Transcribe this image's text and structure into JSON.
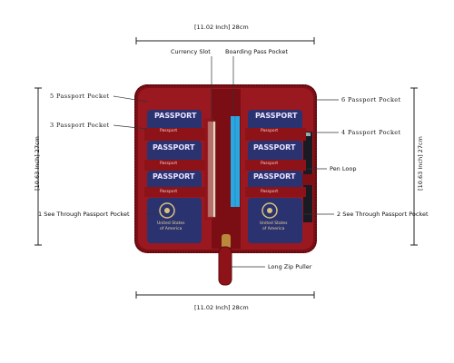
{
  "dimensions": {
    "top_width": "[11.02 Inch] 28cm",
    "bottom_width": "[11.02 Inch] 28cm",
    "left_height": "[10.63 Inch] 27cm",
    "right_height": "[10.63 Inch] 27cm"
  },
  "labels": {
    "currency_slot": "Currency Slot",
    "boarding_pass_pocket": "Boarding Pass Pocket",
    "pocket_5": "5 Passport Pocket",
    "pocket_3": "3 Passport Pocket",
    "pocket_1": "1 See Through Passport Pocket",
    "pocket_6": "6 Passport Pocket",
    "pocket_4": "4 Passport Pocket",
    "pen_loop": "Pen Loop",
    "pocket_2": "2 See Through Passport Pocket",
    "zip_puller": "Long Zip Puller"
  },
  "passport": {
    "word": "PASSPORT",
    "small": "Passport",
    "country_line1": "United States",
    "country_line2": "of America"
  },
  "colors": {
    "leather": "#8e1319",
    "leather_dark": "#5e0a0f",
    "passport_blue": "#2b3270",
    "blue_slip": "#2aa7e0",
    "gold": "#d8c27a"
  }
}
